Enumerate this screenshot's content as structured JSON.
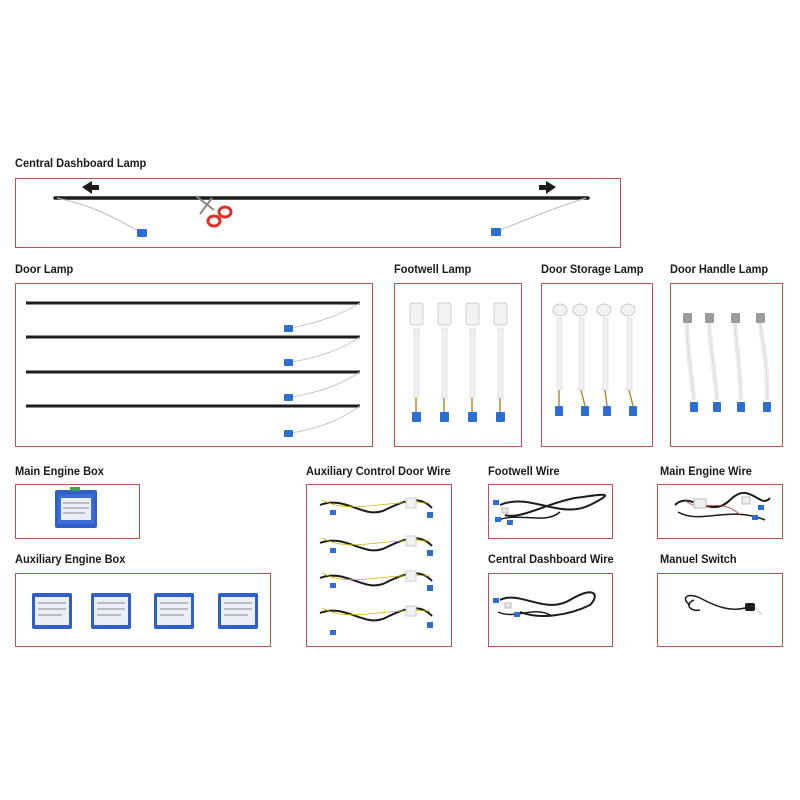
{
  "sections": {
    "central_dashboard_lamp": "Central Dashboard Lamp",
    "door_lamp": "Door Lamp",
    "footwell_lamp": "Footwell Lamp",
    "door_storage_lamp": "Door Storage Lamp",
    "door_handle_lamp": "Door Handle Lamp",
    "main_engine_box": "Main Engine Box",
    "auxiliary_control_door_wire": "Auxiliary Control Door Wire",
    "footwell_wire": "Footwell Wire",
    "main_engine_wire": "Main Engine Wire",
    "auxiliary_engine_box": "Auxiliary Engine Box",
    "central_dashboard_wire": "Central Dashboard Wire",
    "manuel_switch": "Manuel Switch"
  },
  "colors": {
    "border": "#c0504d",
    "strip": "#1c1c1c",
    "connector": "#2b6fd6",
    "module": "#2f5fc7",
    "scissors": "#d9342b"
  },
  "icons": {
    "arrow_left": "arrow-left-icon",
    "arrow_right": "arrow-right-icon",
    "scissors": "scissors-icon"
  },
  "counts": {
    "door_lamp_strips": 4,
    "footwell_lamps": 4,
    "door_storage_lamps": 4,
    "door_handle_lamps": 4,
    "auxiliary_engine_boxes": 4,
    "auxiliary_door_wires": 4
  }
}
